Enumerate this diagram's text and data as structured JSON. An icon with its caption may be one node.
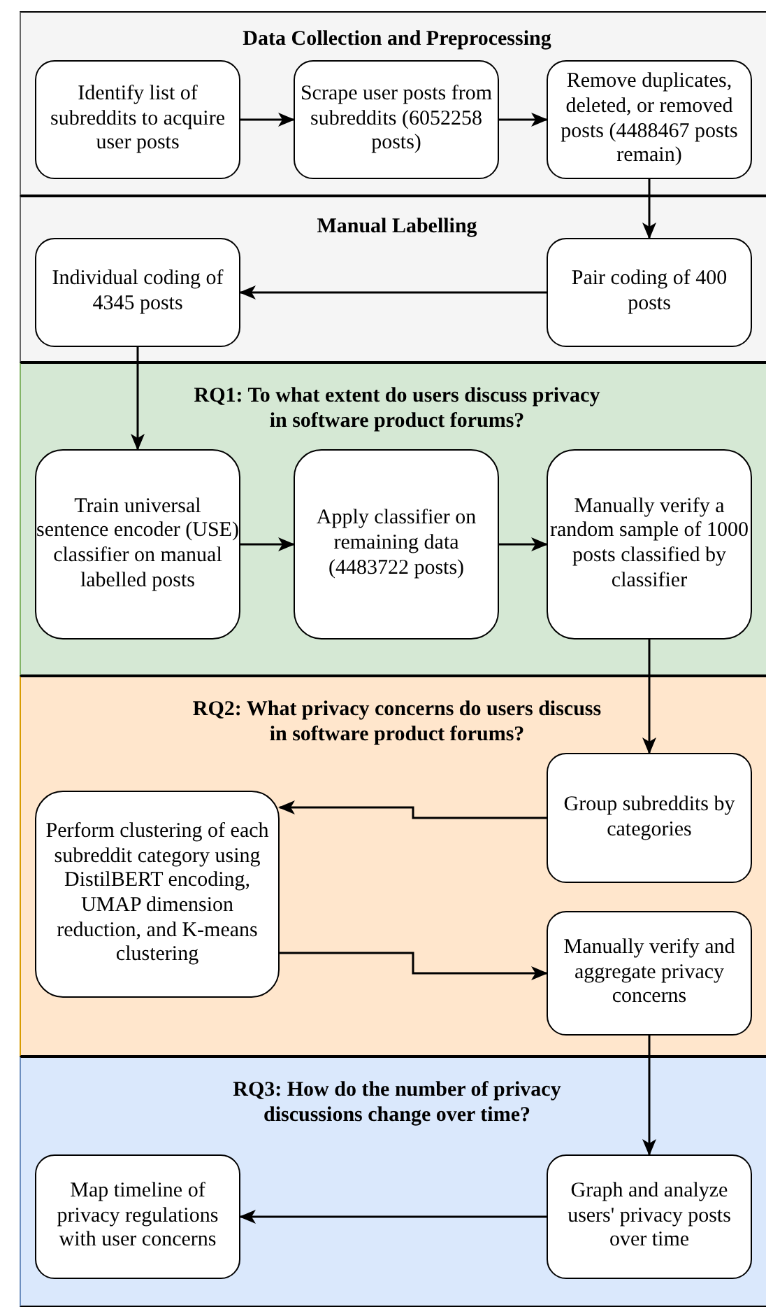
{
  "diagram": {
    "nodes": [
      {
        "text": [
          "Data Collection and Preprocessing"
        ]
      },
      {
        "text": [
          "Identify list of subreddits to acquire user posts"
        ],
        "in": 0
      },
      {
        "text": [
          "Scrape user posts from subreddits (6052258 posts)"
        ],
        "in": 0
      },
      {
        "text": [
          "Remove duplicates, deleted, or removed posts (4488467 posts remain)"
        ],
        "in": 0
      },
      {
        "text": [
          "Manual Labelling"
        ]
      },
      {
        "text": [
          "Individual coding of 4345 posts"
        ],
        "in": 4
      },
      {
        "text": [
          "Pair coding of 400 posts"
        ],
        "in": 4
      },
      {
        "text": [
          "RQ1:  To what extent do users discuss privacy in software product forums?"
        ]
      },
      {
        "text": [
          "Train universal sentence encoder (USE) classifier on manual labelled posts"
        ],
        "in": 7
      },
      {
        "text": [
          "Apply classifier on remaining data (4483722 posts)"
        ],
        "in": 7
      },
      {
        "text": [
          "Manually verify a random sample of 1000 posts classified by classifier"
        ],
        "in": 7
      },
      {
        "text": [
          "RQ2: What privacy concerns do users discuss in software product forums?"
        ]
      },
      {
        "text": [
          "Group subreddits by categories"
        ],
        "in": 11
      },
      {
        "text": [
          "Perform clustering of each subreddit category using DistilBERT encoding, UMAP dimension reduction, and K-means clustering"
        ],
        "in": 11
      },
      {
        "text": [
          "Manually verify and aggregate privacy concerns"
        ],
        "in": 11
      },
      {
        "text": [
          "RQ3: How do the number of privacy discussions change over time?"
        ]
      },
      {
        "text": [
          "Graph and analyze users' privacy posts over time"
        ],
        "in": 15
      },
      {
        "text": [
          "Map timeline of privacy regulations with user concerns"
        ],
        "in": 15
      }
    ],
    "edges": [
      {
        "from": 1,
        "to": 2,
        "arrow": "to"
      },
      {
        "from": 2,
        "to": 3,
        "arrow": "to"
      },
      {
        "from": 3,
        "to": 6,
        "arrow": "to"
      },
      {
        "from": 6,
        "to": 5,
        "arrow": "to"
      },
      {
        "from": 5,
        "to": 8,
        "arrow": "to"
      },
      {
        "from": 8,
        "to": 9,
        "arrow": "to"
      },
      {
        "from": 9,
        "to": 10,
        "arrow": "to"
      },
      {
        "from": 10,
        "to": 12,
        "arrow": "to"
      },
      {
        "from": 12,
        "to": 13,
        "arrow": "to"
      },
      {
        "from": 13,
        "to": 14,
        "arrow": "to"
      },
      {
        "from": 14,
        "to": 16,
        "arrow": "to"
      },
      {
        "from": 16,
        "to": 17,
        "arrow": "to"
      }
    ]
  }
}
